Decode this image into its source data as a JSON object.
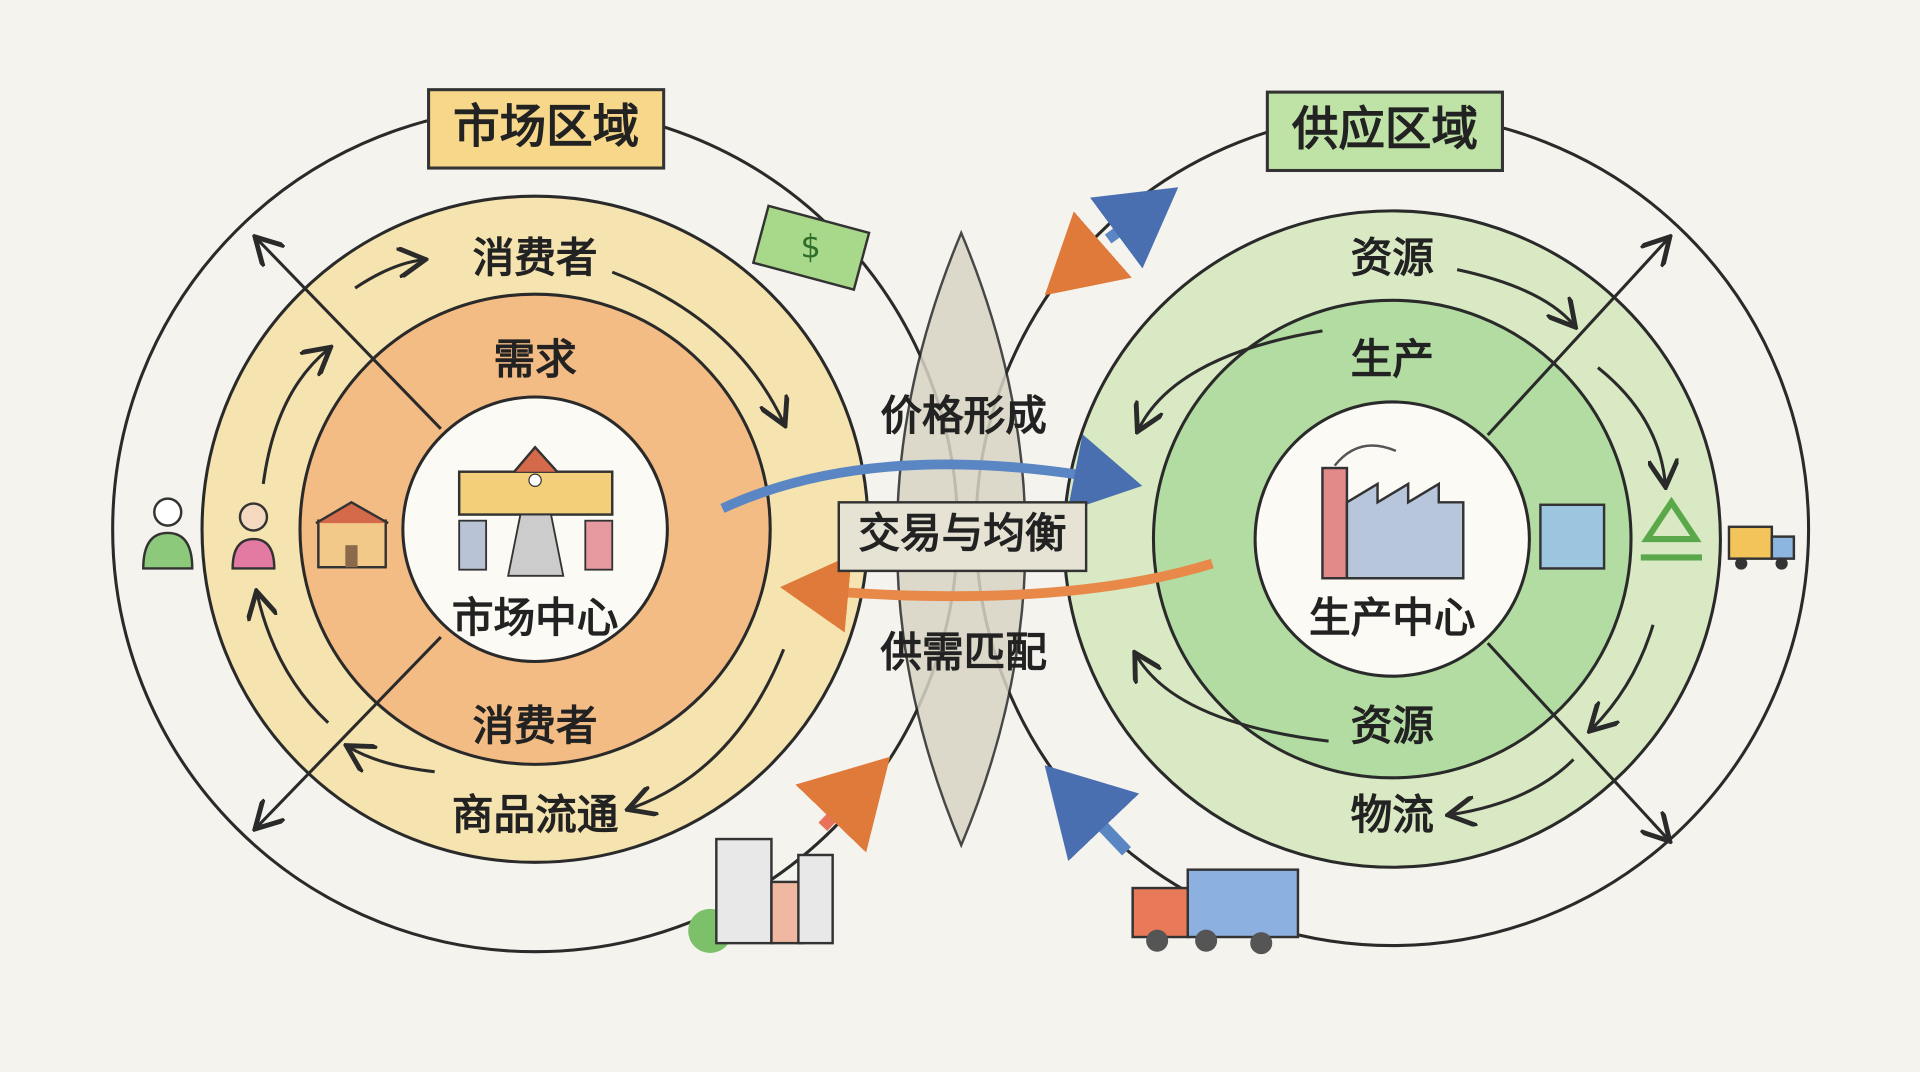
{
  "market": {
    "title": "市场区域",
    "center": "市场中心",
    "ring_top": "消费者",
    "inner_top": "需求",
    "inner_bottom": "消费者",
    "ring_bottom": "商品流通"
  },
  "supply": {
    "title": "供应区域",
    "center": "生产中心",
    "ring_top": "资源",
    "inner_top": "生产",
    "inner_bottom": "资源",
    "ring_bottom": "物流"
  },
  "overlap": {
    "top": "价格形成",
    "middle": "交易与均衡",
    "bottom": "供需匹配"
  },
  "colors": {
    "market_outer": "#f6df9a",
    "market_inner": "#f2b27a",
    "supply_outer": "#cfe6b4",
    "supply_inner": "#a9d89a",
    "overlap": "#d8d4c4",
    "market_title_bg": "#f7d78a",
    "supply_title_bg": "#bfe3a6",
    "flow_blue": "#5b86c4",
    "flow_orange": "#e8894a"
  }
}
